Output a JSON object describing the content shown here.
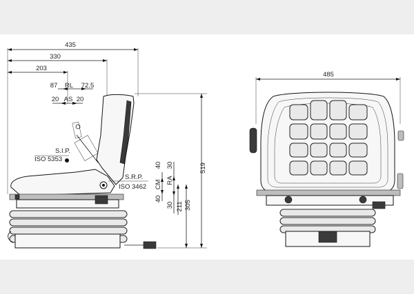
{
  "side_view": {
    "dimensions": {
      "overall_depth": "435",
      "depth_330": "330",
      "depth_203": "203",
      "rl_back": "87",
      "rl_label": "RL",
      "rl_front": "72.5",
      "as_back": "20",
      "as_label": "AS",
      "as_front": "20",
      "overall_height": "519",
      "height_305": "305",
      "height_211": "211",
      "cm_range": "40",
      "cm_label": "CM",
      "cm_range_2": "40",
      "ra_top": "30",
      "ra_label": "RA",
      "ra_bottom": "30"
    },
    "callouts": {
      "sip_label": "S.I.P.",
      "sip_standard": "ISO 5353",
      "srp_label": "S.R.P.",
      "srp_standard": "ISO 3462"
    }
  },
  "front_view": {
    "dimensions": {
      "overall_width": "485"
    }
  }
}
